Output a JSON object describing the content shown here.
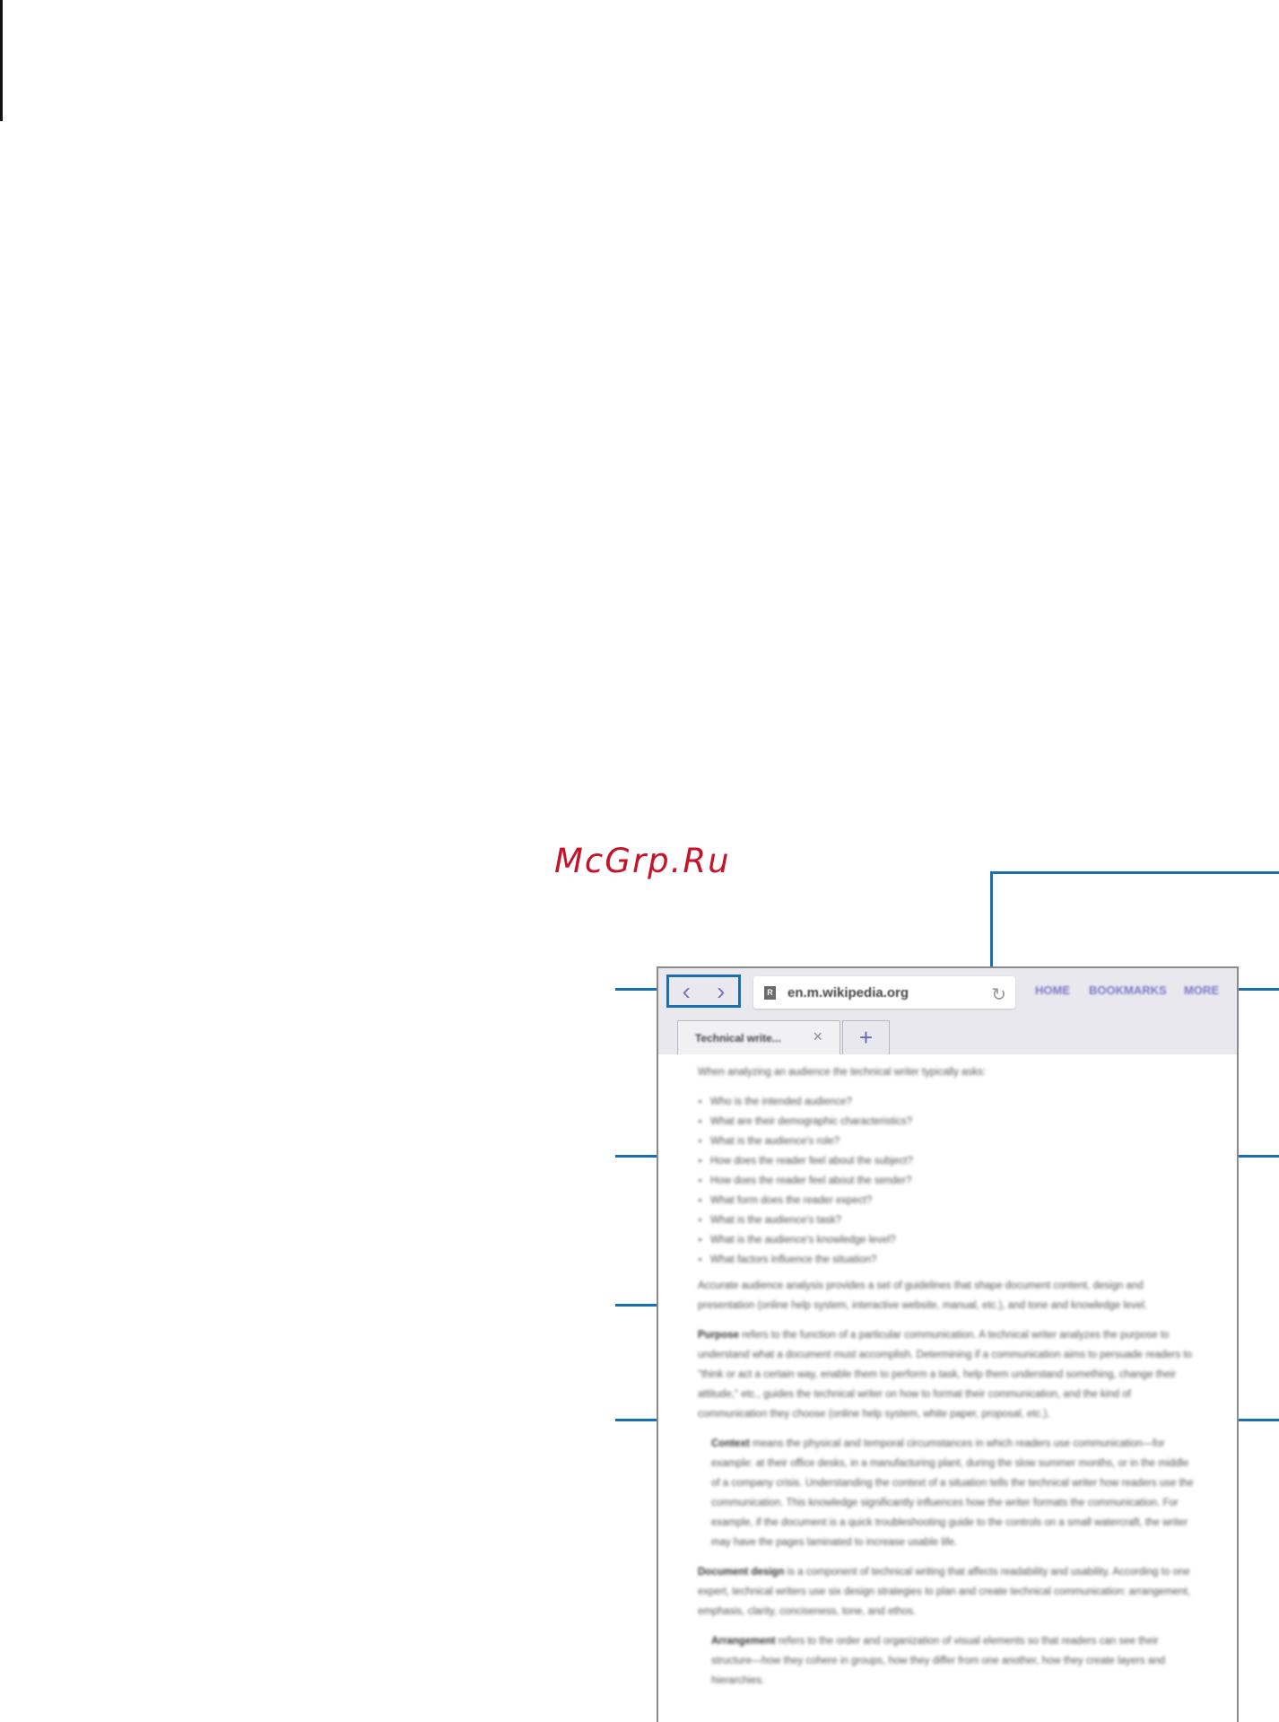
{
  "watermark": "McGrp.Ru",
  "browser": {
    "nav": {
      "back": "‹",
      "forward": "›"
    },
    "address": {
      "badge": "R",
      "url": "en.m.wikipedia.org",
      "reload": "↻"
    },
    "menu": {
      "home": "HOME",
      "bookmarks": "BOOKMARKS",
      "more": "MORE"
    },
    "tab": {
      "title": "Technical write...",
      "close": "×",
      "new_tab": "+"
    }
  },
  "page": {
    "intro": "When analyzing an audience the technical writer typically asks:",
    "questions": [
      "Who is the intended audience?",
      "What are their demographic characteristics?",
      "What is the audience's role?",
      "How does the reader feel about the subject?",
      "How does the reader feel about the sender?",
      "What form does the reader expect?",
      "What is the audience's task?",
      "What is the audience's knowledge level?",
      "What factors influence the situation?"
    ],
    "p_audience": "Accurate audience analysis provides a set of guidelines that shape document content, design and presentation (online help system, interactive website, manual, etc.), and tone and knowledge level.",
    "purpose_term": "Purpose",
    "purpose_text": " refers to the function of a particular communication. A technical writer analyzes the purpose to understand what a document must accomplish. Determining if a communication aims to persuade readers to \"think or act a certain way, enable them to perform a task, help them understand something, change their attitude,\" etc., guides the technical writer on how to format their communication, and the kind of communication they choose (online help system, white paper, proposal, etc.).",
    "context_term": "Context",
    "context_text": " means the physical and temporal circumstances in which readers use communication—for example: at their office desks, in a manufacturing plant, during the slow summer months, or in the middle of a company crisis. Understanding the context of a situation tells the technical writer how readers use the communication. This knowledge significantly influences how the writer formats the communication. For example, if the document is a quick troubleshooting guide to the controls on a small watercraft, the writer may have the pages laminated to increase usable life.",
    "design_term": "Document design",
    "design_text": " is a component of technical writing that affects readability and usability. According to one expert, technical writers use six design strategies to plan and create technical communication: arrangement, emphasis, clarity, conciseness, tone, and ethos.",
    "arrangement_term": "Arrangement",
    "arrangement_text": " refers to the order and organization of visual elements so that readers can see their structure—how they cohere in groups, how they differ from one another, how they create layers and hierarchies."
  }
}
